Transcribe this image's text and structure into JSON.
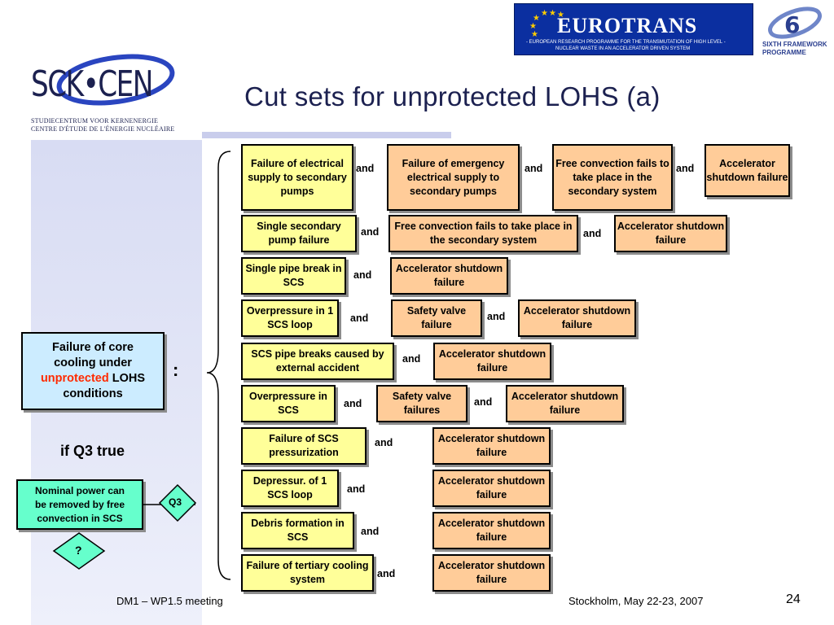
{
  "header": {
    "title": "Cut sets for unprotected LOHS (a)",
    "logo_name": "SCK•CEN",
    "logo_line1": "STUDIECENTRUM VOOR KERNENERGIE",
    "logo_line2": "CENTRE D'ÉTUDE DE L'ÉNERGIE NUCLÉAIRE",
    "eurotrans_name": "EUROTRANS",
    "eurotrans_sub1": "- EUROPEAN RESEARCH PROGRAMME FOR THE TRANSMUTATION OF HIGH LEVEL -",
    "eurotrans_sub2": "NUCLEAR WASTE IN AN ACCELERATOR DRIVEN SYSTEM",
    "fp6_line1": "SIXTH FRAMEWORK",
    "fp6_line2": "PROGRAMME"
  },
  "left": {
    "core_line1": "Failure of core",
    "core_line2": "cooling under",
    "core_red": "unprotected",
    "core_after": " LOHS",
    "core_line4": "conditions",
    "colon": ":",
    "condition": "if Q3 true",
    "nominal_line1": "Nominal power can",
    "nominal_line2": "be removed by free",
    "nominal_line3": "convection in SCS",
    "q3_label": "Q3",
    "question_mark": "?"
  },
  "cut_sets": {
    "rows": [
      {
        "b1": "Failure of electrical supply to secondary pumps",
        "b2": "Failure of emergency electrical supply to secondary pumps",
        "b3": "Free convection fails to take place in the secondary system",
        "b4": "Accelerator shutdown failure"
      },
      {
        "b1": "Single secondary pump failure",
        "b2": "Free convection fails to take place in the secondary system",
        "b3": "Accelerator shutdown failure"
      },
      {
        "b1": "Single pipe break in SCS",
        "b2": "Accelerator shutdown failure"
      },
      {
        "b1": "Overpressure in 1 SCS loop",
        "b2": "Safety valve failure",
        "b3": "Accelerator shutdown failure"
      },
      {
        "b1": "SCS pipe breaks caused by external accident",
        "b2": "Accelerator shutdown failure"
      },
      {
        "b1": "Overpressure in SCS",
        "b2": "Safety valve failures",
        "b3": "Accelerator shutdown failure"
      },
      {
        "b1": "Failure of  SCS pressurization",
        "b2": "Accelerator shutdown failure"
      },
      {
        "b1": "Depressur. of 1 SCS loop",
        "b2": "Accelerator shutdown failure"
      },
      {
        "b1": "Debris formation in SCS",
        "b2": "Accelerator shutdown failure"
      },
      {
        "b1": "Failure of  tertiary cooling system",
        "b2": "Accelerator shutdown failure"
      }
    ],
    "and_label": "and"
  },
  "footer": {
    "left": "DM1 – WP1.5 meeting",
    "middle": "Stockholm, May 22-23, 2007",
    "page": "24"
  }
}
